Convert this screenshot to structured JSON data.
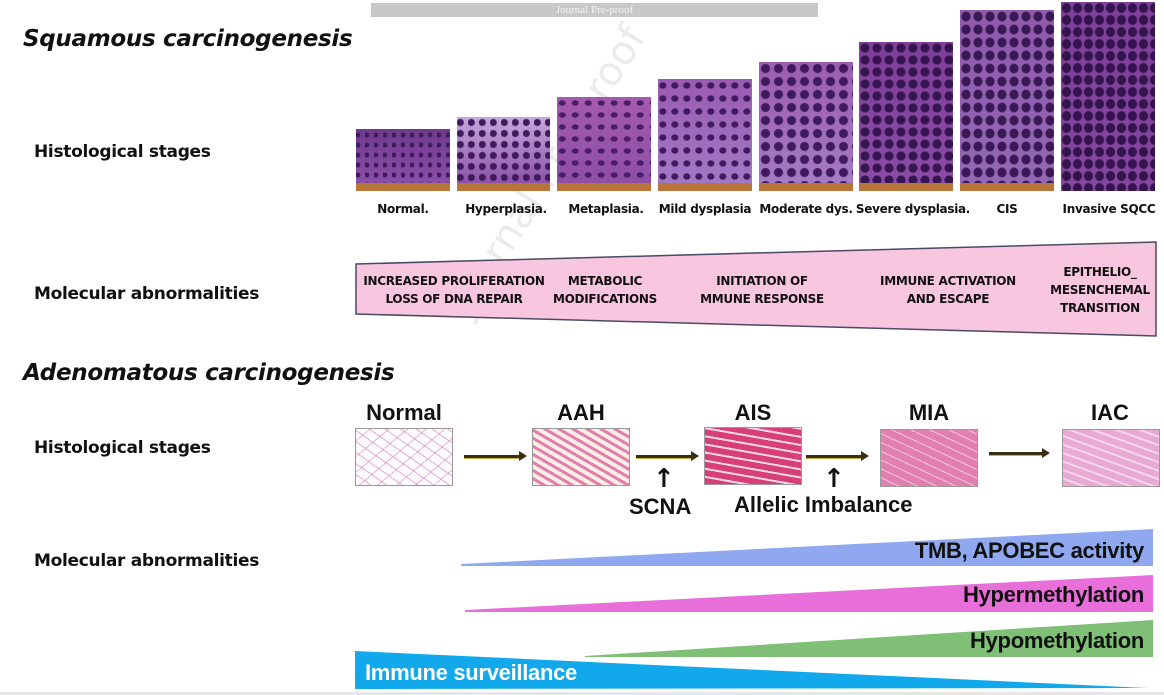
{
  "banner": {
    "text": "Journal Pre-proof"
  },
  "watermark": {
    "text": "Journal Pre-proof"
  },
  "squamous": {
    "title": "Squamous carcinogenesis",
    "histology_label": "Histological stages",
    "molecular_label": "Molecular abnormalities",
    "stages": [
      {
        "label": "Normal.",
        "image": "histology-normal"
      },
      {
        "label": "Hyperplasia.",
        "image": "histology-hyperplasia"
      },
      {
        "label": "Metaplasia.",
        "image": "histology-metaplasia"
      },
      {
        "label": "Mild dysplasia",
        "image": "histology-mild-dysplasia"
      },
      {
        "label": "Moderate dys.",
        "image": "histology-moderate-dysplasia"
      },
      {
        "label": "Severe dysplasia.",
        "image": "histology-severe-dysplasia"
      },
      {
        "label": "CIS",
        "image": "histology-cis"
      },
      {
        "label": "Invasive SQCC",
        "image": "histology-invasive-sqcc"
      }
    ],
    "molecular_items": [
      {
        "text": "INCREASED PROLIFERATION\nLOSS OF DNA REPAIR"
      },
      {
        "text": "METABOLIC\nMODIFICATIONS"
      },
      {
        "text": "INITIATION OF\nMMUNE  RESPONSE"
      },
      {
        "text": "IMMUNE ACTIVATION\nAND ESCAPE"
      },
      {
        "text": "EPITHELIO_\nMESENCHEMAL\nTRANSITION"
      }
    ],
    "molecular_color": "#f9c6df"
  },
  "adenomatous": {
    "title": "Adenomatous carcinogenesis",
    "histology_label": "Histological stages",
    "molecular_label": "Molecular abnormalities",
    "stages": [
      {
        "label": "Normal",
        "image": "lung-normal"
      },
      {
        "label": "AAH",
        "image": "lung-aah"
      },
      {
        "label": "AIS",
        "image": "lung-ais"
      },
      {
        "label": "MIA",
        "image": "lung-mia"
      },
      {
        "label": "IAC",
        "image": "lung-iac"
      }
    ],
    "annotations": [
      {
        "text": "SCNA"
      },
      {
        "text": "Allelic Imbalance"
      }
    ],
    "wedges": [
      {
        "label": "TMB, APOBEC activity",
        "color": "#8fa8ef",
        "direction": "increasing"
      },
      {
        "label": "Hypermethylation",
        "color": "#e86fd9",
        "direction": "increasing"
      },
      {
        "label": "Hypomethylation",
        "color": "#7fbf76",
        "direction": "increasing"
      },
      {
        "label": "Immune surveillance",
        "color": "#12a9ec",
        "direction": "decreasing",
        "label_color": "#ffffff"
      }
    ]
  }
}
